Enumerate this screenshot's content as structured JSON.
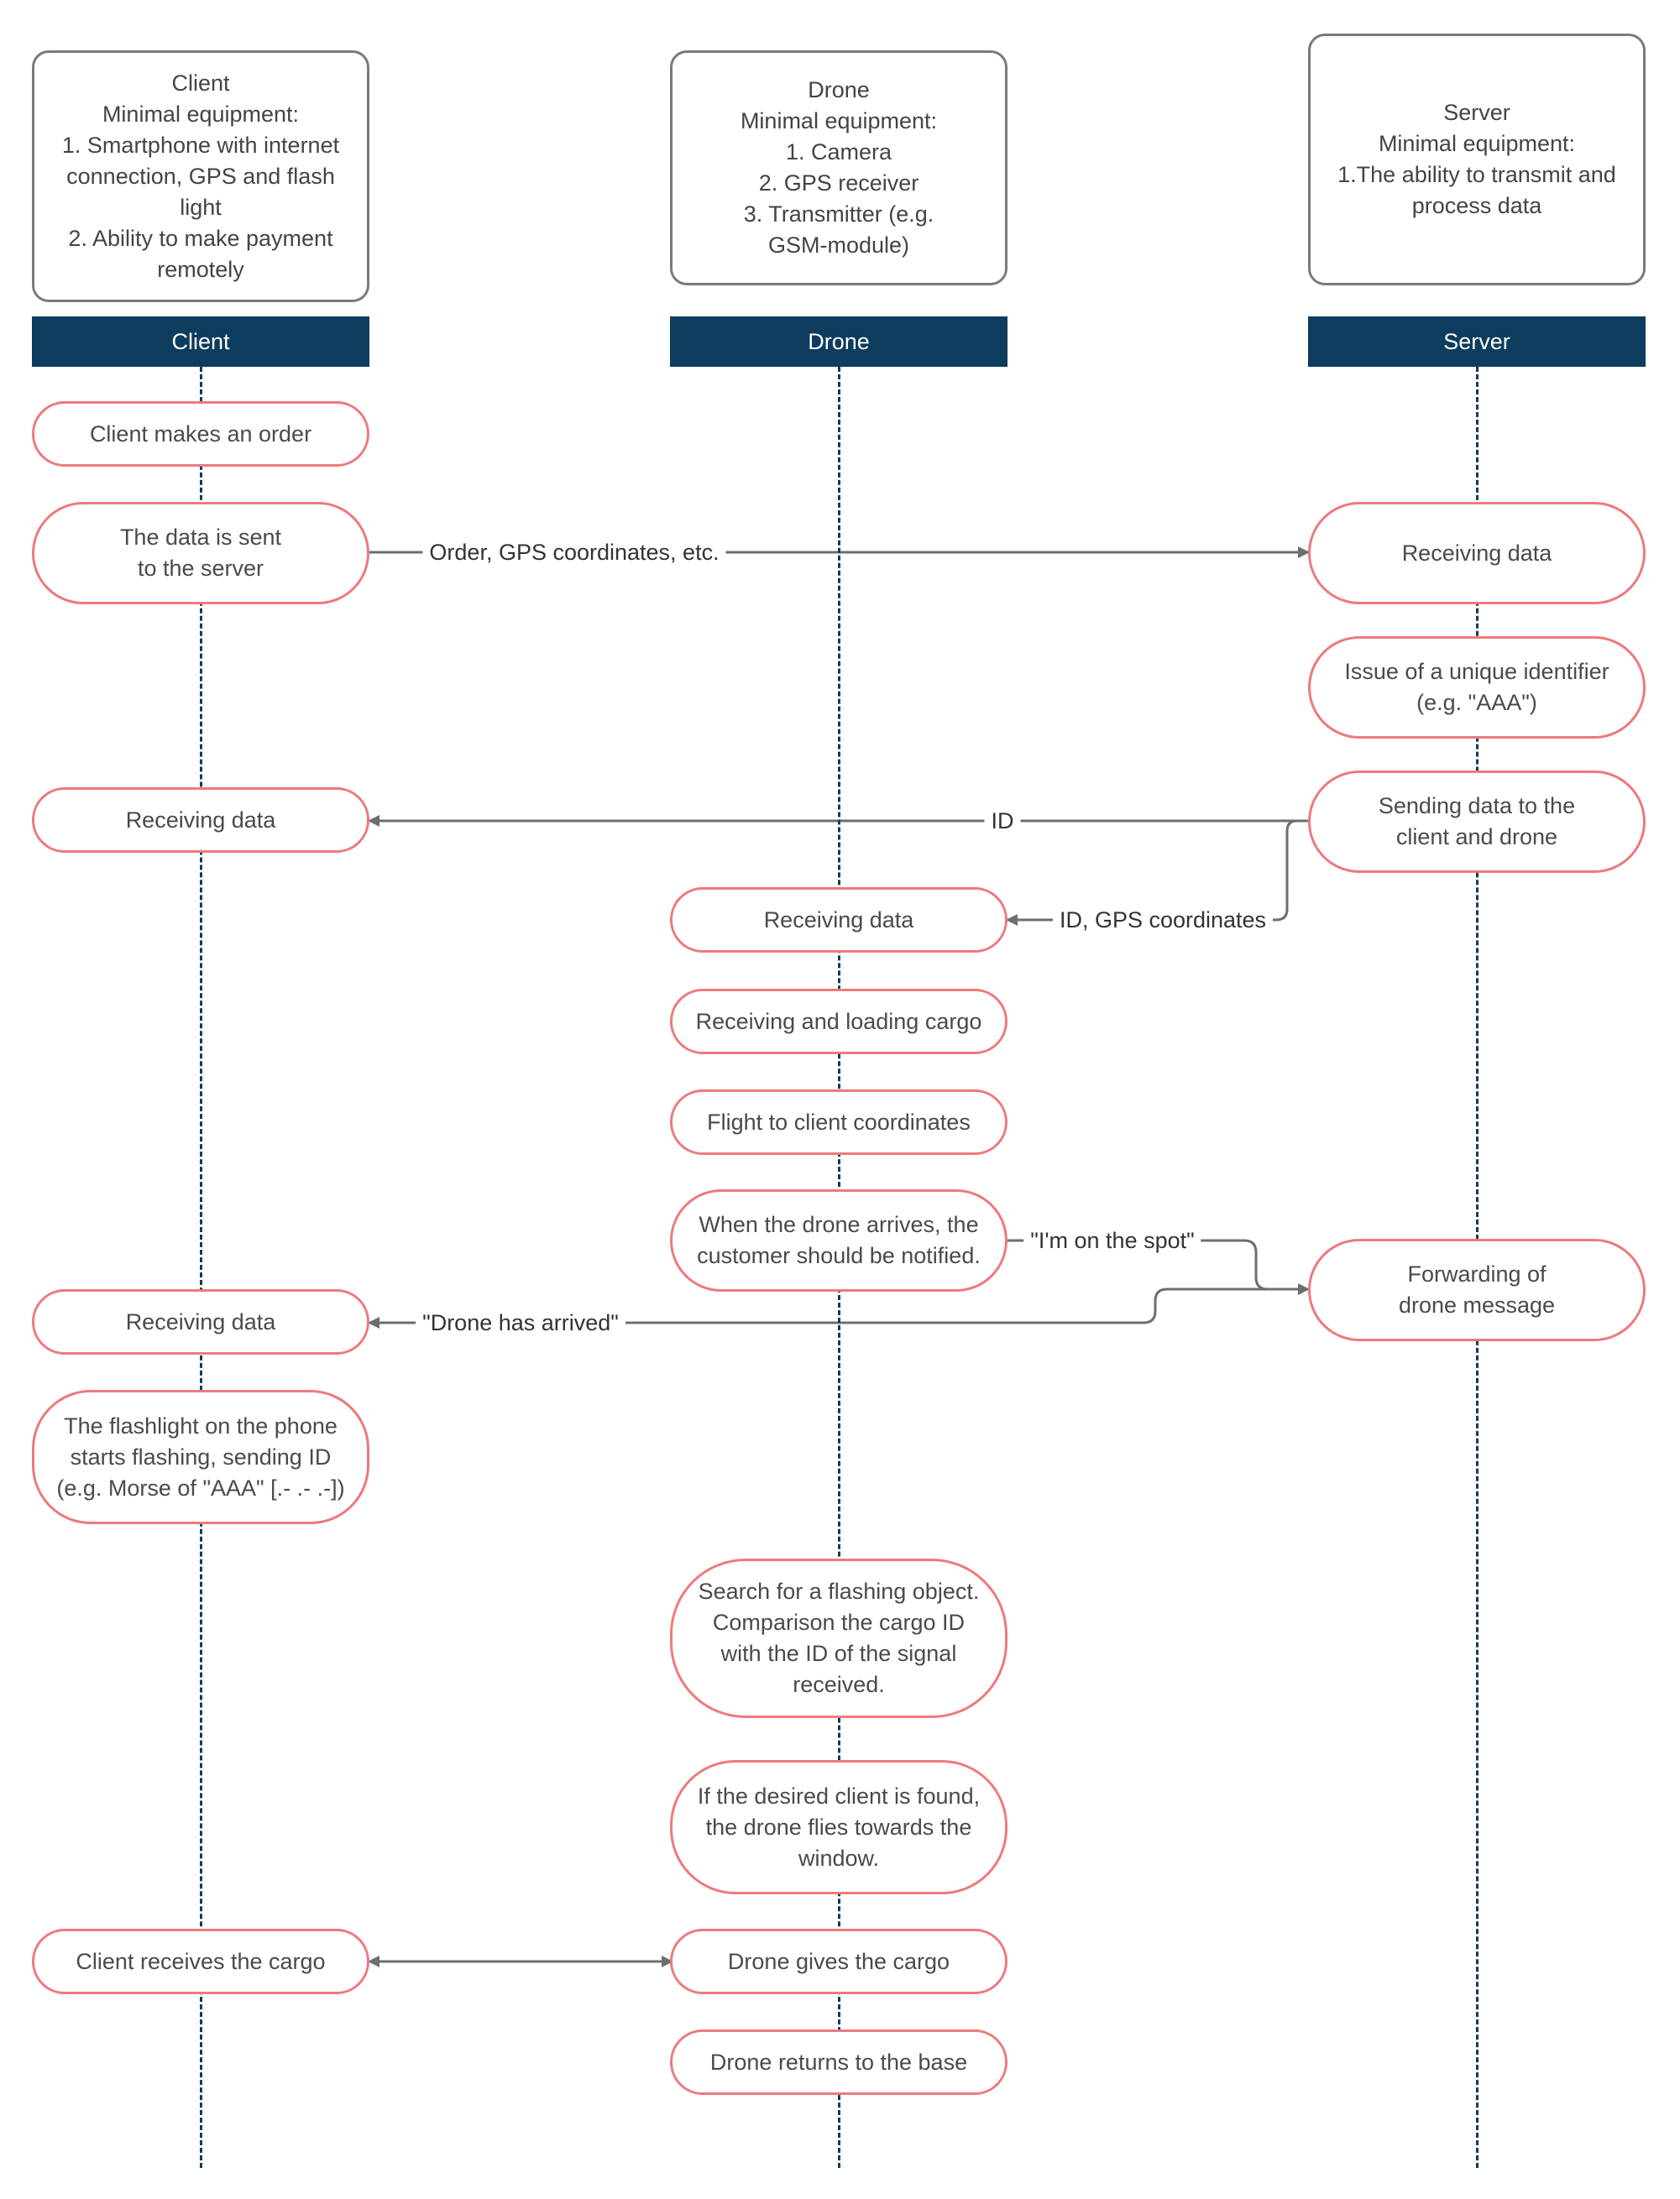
{
  "lanes": [
    {
      "id": "client",
      "label": "Client",
      "equipment": [
        "Client",
        "Minimal equipment:",
        "1. Smartphone with internet",
        "connection, GPS and flash",
        "light",
        "2. Ability to make payment",
        "remotely"
      ]
    },
    {
      "id": "drone",
      "label": "Drone",
      "equipment": [
        "Drone",
        "Minimal equipment:",
        "1. Camera",
        "2. GPS receiver",
        "3. Transmitter (e.g.",
        "GSM-module)"
      ]
    },
    {
      "id": "server",
      "label": "Server",
      "equipment": [
        "Server",
        "Minimal equipment:",
        "1.The ability to transmit and",
        "process data"
      ]
    }
  ],
  "steps": {
    "client_order": [
      "Client makes an order"
    ],
    "client_send": [
      "The data is sent",
      "to the server"
    ],
    "server_receive": [
      "Receiving data"
    ],
    "server_issue_id": [
      "Issue of a unique identifier",
      "(e.g. \"AAA\")"
    ],
    "server_send": [
      "Sending data to the",
      "client and drone"
    ],
    "client_receive_id": [
      "Receiving data"
    ],
    "drone_receive": [
      "Receiving data"
    ],
    "drone_load": [
      "Receiving and loading cargo"
    ],
    "drone_flight": [
      "Flight to client coordinates"
    ],
    "drone_arrives": [
      "When the drone arrives, the",
      "customer should be notified."
    ],
    "server_forward": [
      "Forwarding of",
      "drone message"
    ],
    "client_receive_arrival": [
      "Receiving data"
    ],
    "client_flash": [
      "The flashlight on the phone",
      "starts flashing, sending ID",
      "(e.g. Morse of \"AAA\" [.- .- .-])"
    ],
    "drone_search": [
      "Search for a flashing object.",
      "Comparison the cargo ID",
      "with the ID of the signal",
      "received."
    ],
    "drone_found": [
      "If the desired client is found,",
      "the drone flies towards the",
      "window."
    ],
    "client_cargo": [
      "Client receives the cargo"
    ],
    "drone_gives": [
      "Drone gives the cargo"
    ],
    "drone_return": [
      "Drone returns to the base"
    ]
  },
  "messages": {
    "order": "Order, GPS coordinates, etc.",
    "id": "ID",
    "id_gps": "ID, GPS coordinates",
    "on_spot": "\"I'm on the spot\"",
    "arrived": "\"Drone has arrived\""
  },
  "colors": {
    "lane_header": "#0d3c5e",
    "step_border": "#ec7a7d",
    "connector": "#6e6e6e",
    "equipment_border": "#7a7a7a"
  }
}
